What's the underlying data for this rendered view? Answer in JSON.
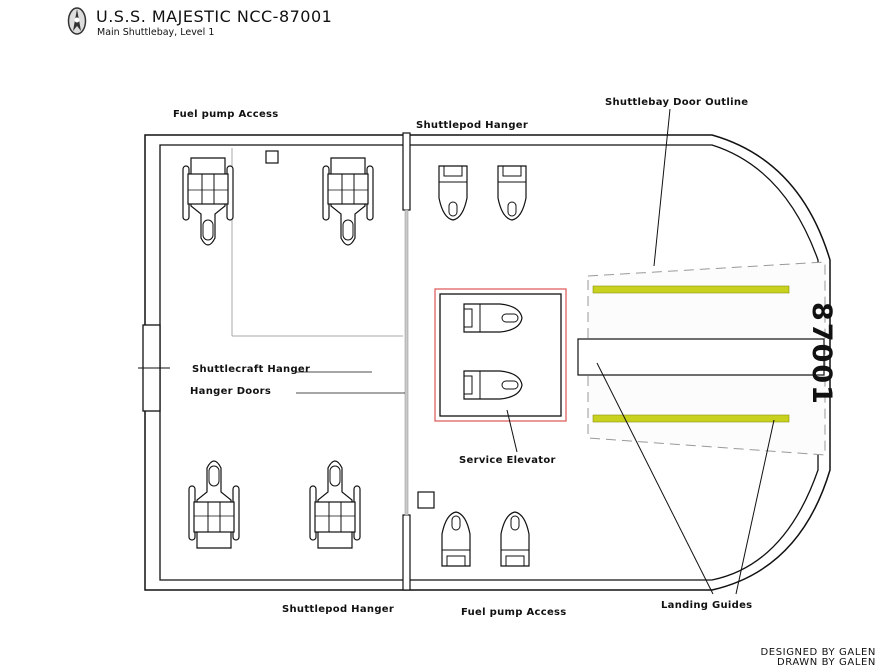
{
  "header": {
    "title": "U.S.S. MAJESTIC  NCC-87001",
    "subtitle": "Main Shuttlebay, Level 1",
    "logo_icon": "starfleet-insignia-icon"
  },
  "labels": {
    "fuel_pump_top": "Fuel pump Access",
    "shuttlepod_hanger_top": "Shuttlepod Hanger",
    "door_outline": "Shuttlebay Door Outline",
    "shuttlecraft_hanger": "Shuttlecraft Hanger",
    "hanger_doors": "Hanger Doors",
    "service_elevator": "Service Elevator",
    "shuttlepod_hanger_bottom": "Shuttlepod Hanger",
    "fuel_pump_bottom": "Fuel pump Access",
    "landing_guides": "Landing Guides"
  },
  "registry": "87001",
  "credits": {
    "designed": "DESIGNED BY GALEN",
    "drawn": "DRAWN BY GALEN"
  },
  "colors": {
    "landing_guide": "#c8d21e",
    "elevator_outline": "#e06060",
    "line": "#111111",
    "door_outline": "#999999"
  }
}
